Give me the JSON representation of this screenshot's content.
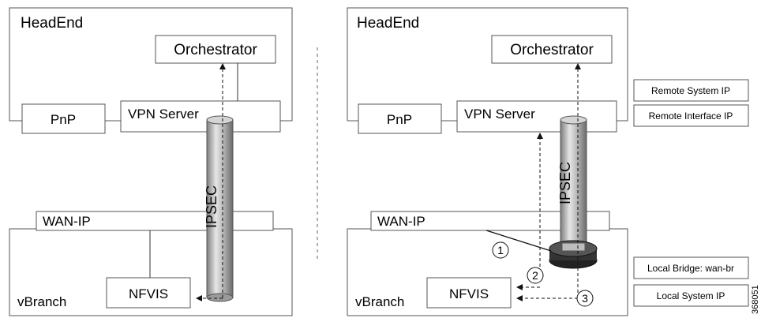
{
  "left": {
    "headend": "HeadEnd",
    "orchestrator": "Orchestrator",
    "pnp": "PnP",
    "vpn_server": "VPN Server",
    "ipsec": "IPSEC",
    "wan_ip": "WAN-IP",
    "nfvis": "NFVIS",
    "vbranch": "vBranch"
  },
  "right": {
    "headend": "HeadEnd",
    "orchestrator": "Orchestrator",
    "pnp": "PnP",
    "vpn_server": "VPN Server",
    "ipsec": "IPSEC",
    "wan_ip": "WAN-IP",
    "nfvis": "NFVIS",
    "vbranch": "vBranch",
    "steps": [
      "1",
      "2",
      "3"
    ]
  },
  "legend": {
    "remote_system_ip": "Remote System IP",
    "remote_interface_ip": "Remote Interface IP",
    "local_bridge": "Local Bridge: wan-br",
    "local_system_ip": "Local System IP"
  },
  "figure_id": "368051"
}
